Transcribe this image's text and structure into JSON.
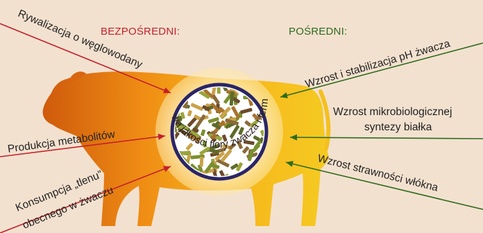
{
  "headers": {
    "direct": "BEZPOŚREDNI:",
    "indirect": "POŚREDNI:"
  },
  "direct_effects": [
    "Rywalizacja o węglowodany",
    "Produkcja metabolitów",
    "Konsumpcja „tlenu”",
    "obecnego w żwaczu"
  ],
  "indirect_effects": [
    "Wzrost i stabilizacja pH żwacza",
    "Wzrost mikrobiologicznej",
    "syntezy białka",
    "Wzrost strawności włókna"
  ],
  "center_label": "Poprawa jakości flory żwacza i fermentacji",
  "colors": {
    "direct": "#c41f2a",
    "indirect": "#2e6b1e",
    "background": "#f3e1cf",
    "cow_dark": "#d96a10",
    "cow_light": "#f6c21a"
  },
  "icons": [
    "cow-silhouette",
    "microbe-circle"
  ]
}
